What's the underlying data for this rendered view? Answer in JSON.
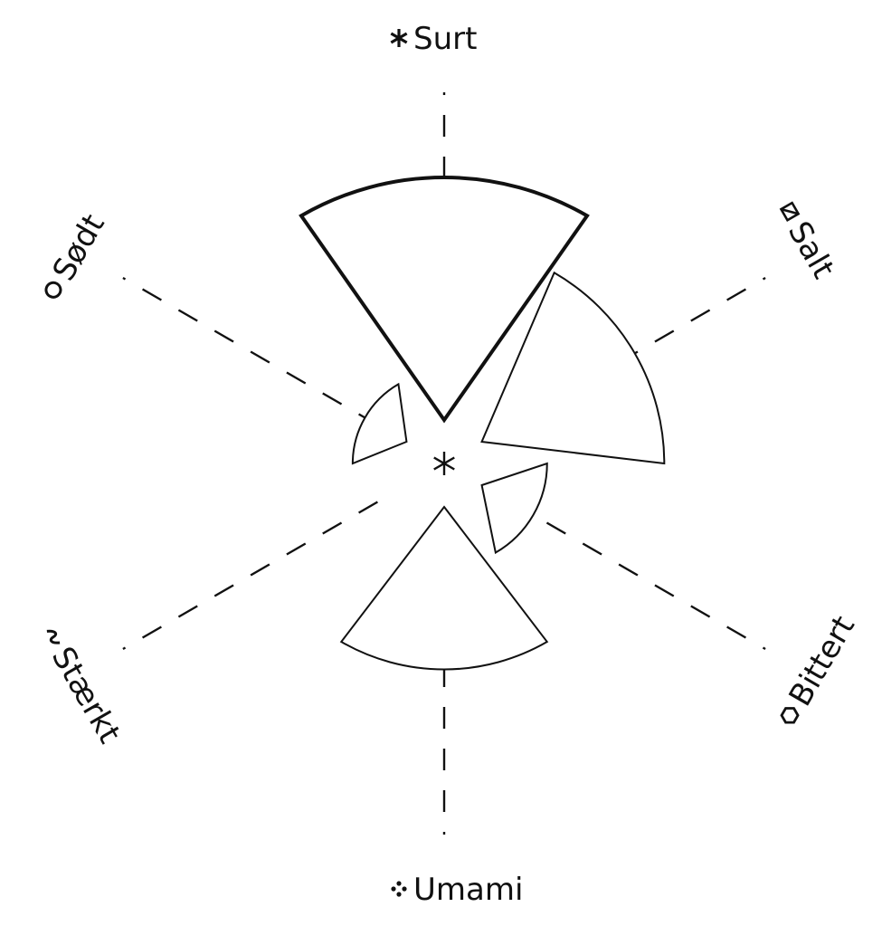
{
  "chart_data": {
    "type": "polar-area",
    "max_value": 10,
    "axes": [
      {
        "label": "Surt",
        "icon": "asterisk-icon",
        "value": 10,
        "highlight": true
      },
      {
        "label": "Salt",
        "icon": "square-slash-icon",
        "value": 7.7,
        "highlight": false
      },
      {
        "label": "Bittert",
        "icon": "hexagon-icon",
        "value": 3.6,
        "highlight": false
      },
      {
        "label": "Umami",
        "icon": "four-dots-icon",
        "value": 7.2,
        "highlight": false
      },
      {
        "label": "Stærkt",
        "icon": "tilde-icon",
        "value": 0,
        "highlight": false
      },
      {
        "label": "Sødt",
        "icon": "circle-icon",
        "value": 3.2,
        "highlight": false
      }
    ],
    "center_marker": "asterisk-icon"
  },
  "colors": {
    "line": "#111111",
    "background": "#ffffff"
  }
}
